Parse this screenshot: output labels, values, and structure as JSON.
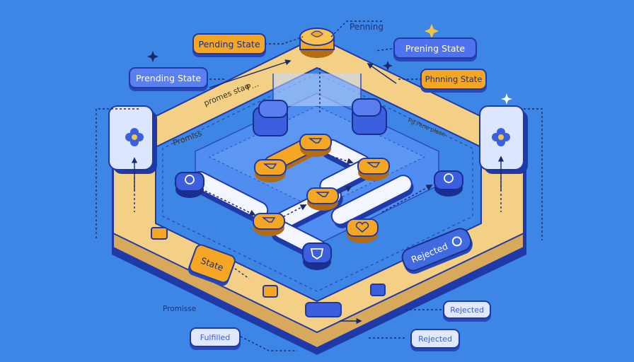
{
  "labels": {
    "top_center": "Penning",
    "pending_top": "Pending State",
    "prening_right": "Prening State",
    "phining_right": "Phnning State",
    "prending_left": "Prending State",
    "promises_state_ring": "promes stae",
    "promises_arrow": "P…",
    "promiss_left": "Promiss",
    "pg_right": "Pg Pene place",
    "state": "State",
    "rejected_pill": "Rejected",
    "rejected_pill_icon": "search-icon",
    "promisse_bottom": "Promisse",
    "rejected_bottom_1": "Rejected",
    "fulfilled_bottom": "Fulfilled",
    "rejected_bottom_2": "Rejected"
  },
  "colors": {
    "background": "#3d86e6",
    "ring_top": "#f4cf86",
    "ring_side": "#d8a95a",
    "accent_orange": "#f5a623",
    "accent_blue": "#4a6fe8",
    "outline": "#1f3aa8"
  },
  "icons": [
    "flower-icon",
    "speech-bubble-icon",
    "heart-icon",
    "shield-icon",
    "sparkle-icon"
  ]
}
